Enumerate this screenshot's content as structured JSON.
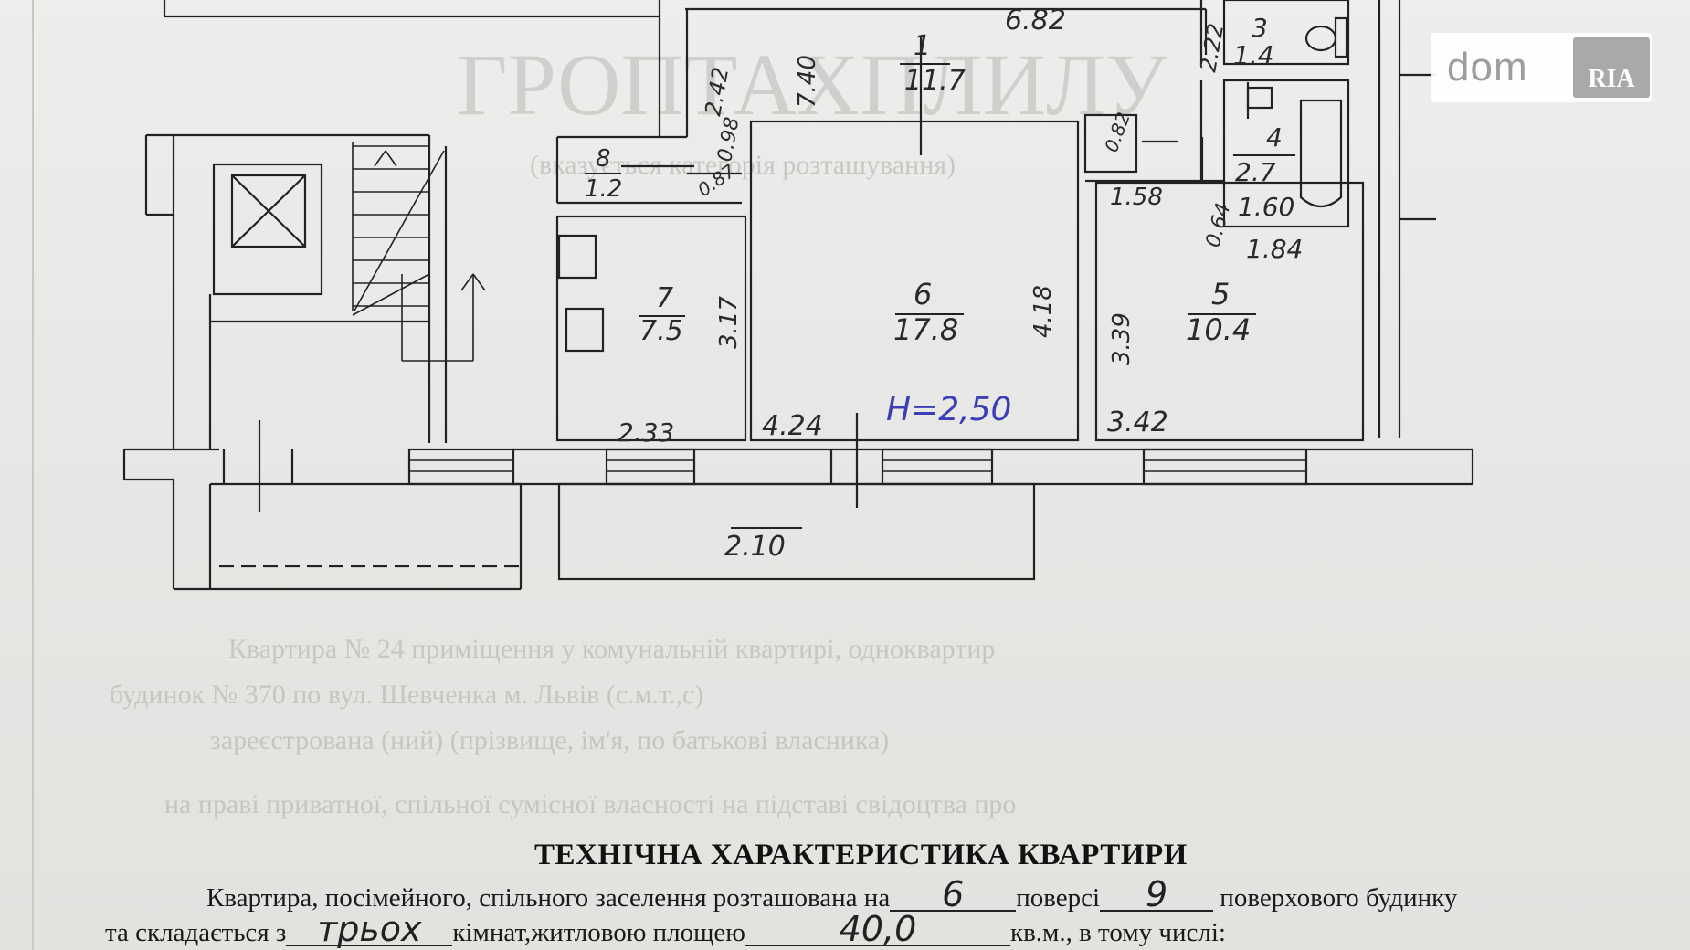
{
  "watermark": {
    "dom": "dom",
    "ria": "RIA"
  },
  "plan": {
    "dim_top": "6.82",
    "rooms": [
      {
        "num": "1",
        "area": "11.7"
      },
      {
        "num": "3",
        "area": "1.4"
      },
      {
        "num": "4",
        "area": "2.7"
      },
      {
        "num": "8",
        "area": "1.2"
      },
      {
        "num": "7",
        "area": "7.5"
      },
      {
        "num": "6",
        "area": "17.8"
      },
      {
        "num": "5",
        "area": "10.4"
      }
    ],
    "dims": {
      "d1": "7.40",
      "d2": "2.42",
      "d3": "0.98",
      "d4": "0.87",
      "d5": "2.22",
      "d6": "0.82",
      "d7": "1.58",
      "d8": "0.64",
      "d9": "1.60",
      "d10": "1.84",
      "d11": "3.17",
      "d12": "4.18",
      "d13": "3.39",
      "d14": "2.33",
      "d15": "4.24",
      "d16": "3.42",
      "d17": "2.10"
    },
    "height_note": "H=2,50"
  },
  "document": {
    "title": "ТЕХНІЧНА ХАРАКТЕРИСТИКА КВАРТИРИ",
    "line1": {
      "a": "Квартира, посімейного, спільного заселення розташована на",
      "floor": "6",
      "b": "поверсі",
      "floors": "9",
      "c": "поверхового будинку"
    },
    "line2": {
      "a": "та складається з",
      "rooms_word": "трьох",
      "b": "кімнат,житловою площею",
      "living_area": "40,0",
      "c": "кв.м., в тому числі:"
    }
  }
}
